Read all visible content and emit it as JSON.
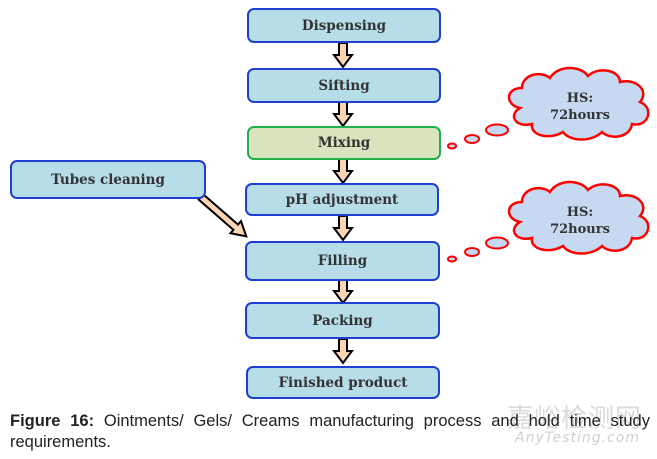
{
  "diagram": {
    "steps": [
      {
        "label": "Dispensing",
        "style": "blue"
      },
      {
        "label": "Sifting",
        "style": "blue"
      },
      {
        "label": "Mixing",
        "style": "green"
      },
      {
        "label": "pH adjustment",
        "style": "blue"
      },
      {
        "label": "Filling",
        "style": "blue"
      },
      {
        "label": "Packing",
        "style": "blue"
      },
      {
        "label": "Finished product",
        "style": "blue"
      }
    ],
    "side_input": {
      "label": "Tubes cleaning",
      "feeds_into": "Filling"
    },
    "callouts": [
      {
        "line1": "HS:",
        "line2": "72hours",
        "attached_to": "Mixing"
      },
      {
        "line1": "HS:",
        "line2": "72hours",
        "attached_to": "Filling"
      }
    ],
    "colors": {
      "box_fill": "#b7dde8",
      "box_border": "#1f3fd1",
      "mixing_fill": "#d7e4bd",
      "mixing_border": "#21b04b",
      "arrow_fill": "#fcd5b5",
      "cloud_fill": "#c6d9f1",
      "cloud_border": "#ff0000"
    }
  },
  "caption": {
    "label": "Figure 16:",
    "text": " Ointments/ Gels/ Creams manufacturing process and hold time study requirements."
  },
  "watermark": {
    "cn": "嘉峪检测网",
    "en": "AnyTesting.com"
  }
}
